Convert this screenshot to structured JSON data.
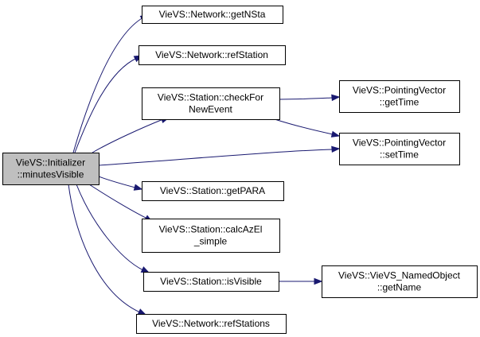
{
  "colors": {
    "edge": "#191970",
    "root_fill": "#bfbfbf",
    "node_fill": "#ffffff",
    "border": "#000000"
  },
  "nodes": {
    "root": {
      "lines": [
        "VieVS::Initializer",
        "::minutesVisible"
      ]
    },
    "getNSta": {
      "lines": [
        "VieVS::Network::getNSta"
      ]
    },
    "refStation": {
      "lines": [
        "VieVS::Network::refStation"
      ]
    },
    "checkFor": {
      "lines": [
        "VieVS::Station::checkFor",
        "NewEvent"
      ]
    },
    "pvGetTime": {
      "lines": [
        "VieVS::PointingVector",
        "::getTime"
      ]
    },
    "pvSetTime": {
      "lines": [
        "VieVS::PointingVector",
        "::setTime"
      ]
    },
    "getPARA": {
      "lines": [
        "VieVS::Station::getPARA"
      ]
    },
    "calcAzEl": {
      "lines": [
        "VieVS::Station::calcAzEl",
        "_simple"
      ]
    },
    "isVisible": {
      "lines": [
        "VieVS::Station::isVisible"
      ]
    },
    "getName": {
      "lines": [
        "VieVS::VieVS_NamedObject",
        "::getName"
      ]
    },
    "refStations": {
      "lines": [
        "VieVS::Network::refStations"
      ]
    }
  },
  "edges": [
    {
      "from": "root",
      "to": "getNSta"
    },
    {
      "from": "root",
      "to": "refStation"
    },
    {
      "from": "root",
      "to": "checkFor"
    },
    {
      "from": "root",
      "to": "pvSetTime"
    },
    {
      "from": "root",
      "to": "getPARA"
    },
    {
      "from": "root",
      "to": "calcAzEl"
    },
    {
      "from": "root",
      "to": "isVisible"
    },
    {
      "from": "root",
      "to": "refStations"
    },
    {
      "from": "checkFor",
      "to": "pvGetTime"
    },
    {
      "from": "checkFor",
      "to": "pvSetTime"
    },
    {
      "from": "isVisible",
      "to": "getName"
    }
  ]
}
